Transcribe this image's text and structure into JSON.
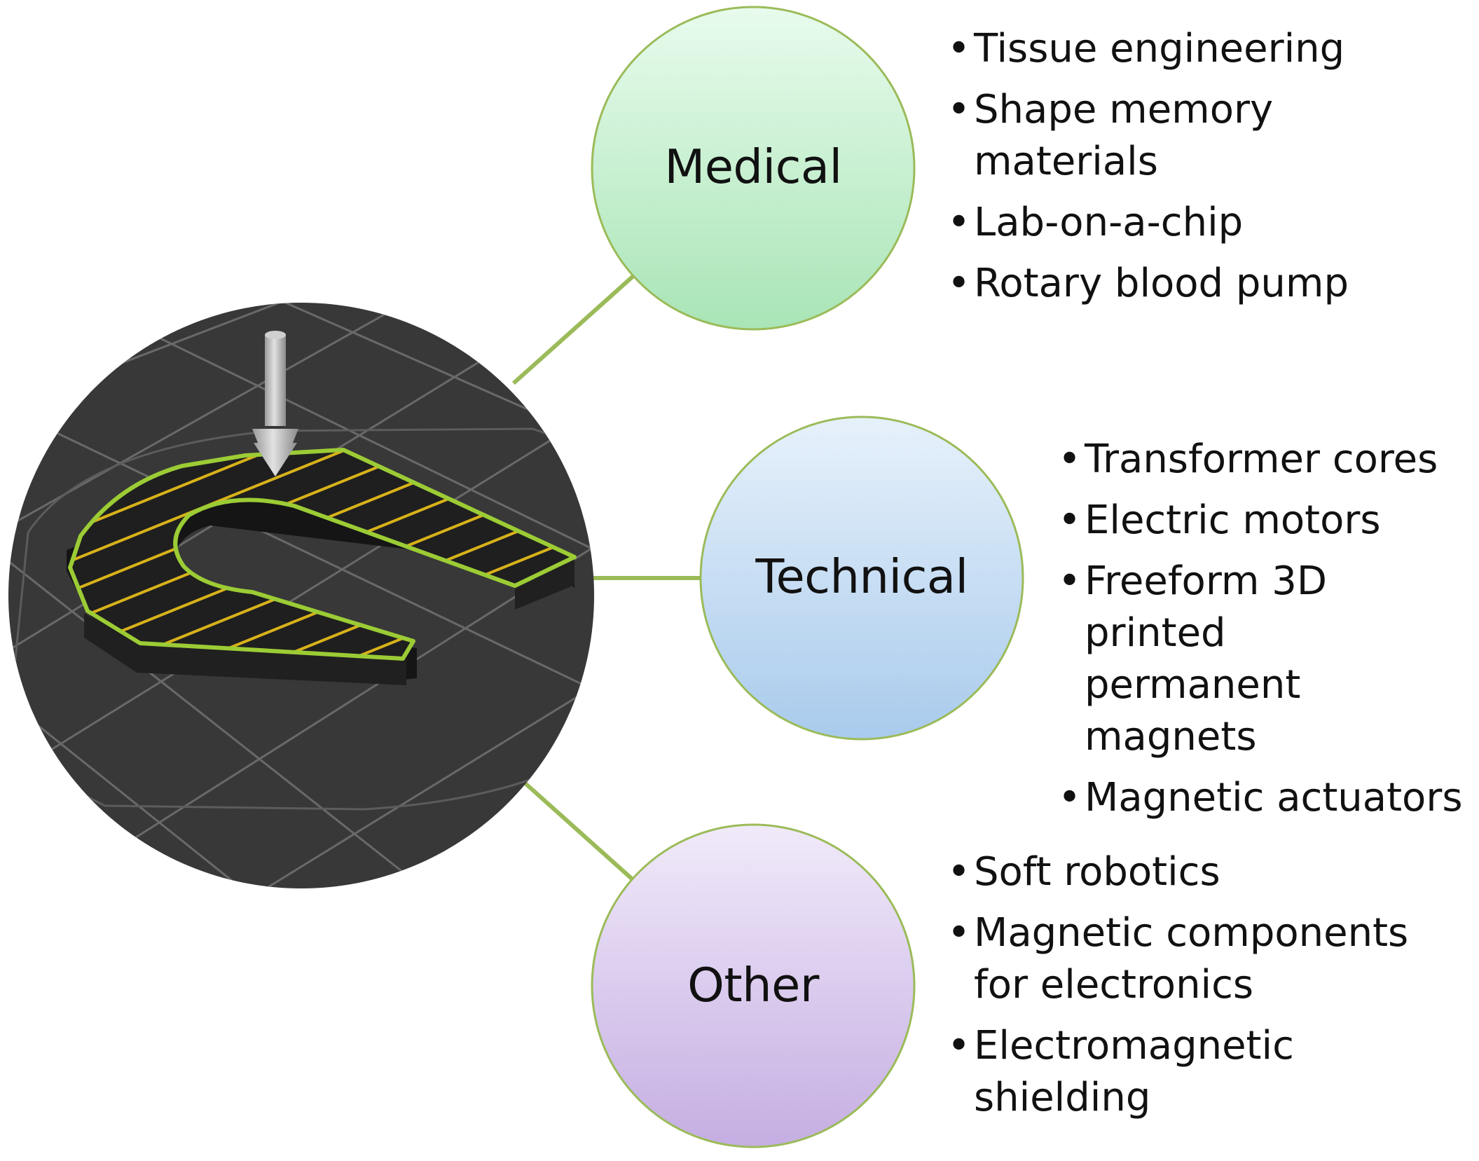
{
  "categories": [
    {
      "id": "medical",
      "label": "Medical",
      "items": [
        "Tissue engineering",
        "Shape memory\nmaterials",
        "Lab-on-a-chip",
        "Rotary blood pump"
      ]
    },
    {
      "id": "technical",
      "label": "Technical",
      "items": [
        "Transformer cores",
        "Electric motors",
        "Freeform 3D printed\npermanent magnets",
        "Magnetic actuators"
      ]
    },
    {
      "id": "other",
      "label": "Other",
      "items": [
        "Soft robotics",
        "Magnetic components\nfor electronics",
        "Electromagnetic\nshielding"
      ]
    }
  ],
  "bullet_glyph": "•",
  "colors": {
    "connector": "#9bbb59",
    "medical_top": "#e8fbed",
    "medical_bottom": "#a9e5b6",
    "technical_top": "#e7f1fb",
    "technical_bottom": "#a9cbec",
    "other_top": "#f1eafa",
    "other_bottom": "#c5aee2",
    "circle_stroke": "#9bbb59",
    "print_bed": "#383838",
    "print_fill": "#d8b21a",
    "print_outline": "#9ccc35"
  },
  "icons": {
    "central_image": "3d-printing-horseshoe-magnet-image",
    "nozzle": "extruder-nozzle-icon"
  }
}
